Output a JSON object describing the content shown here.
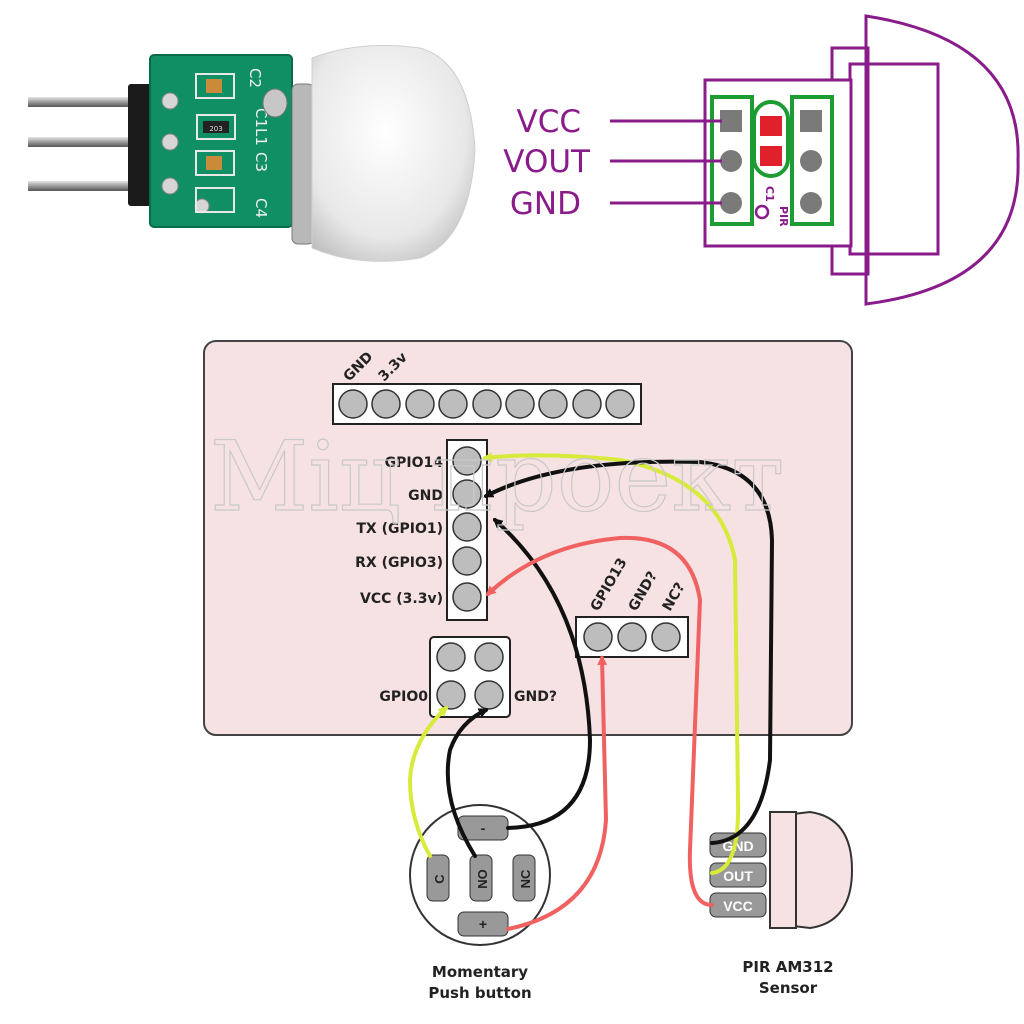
{
  "module_photo": {
    "silkscreen": [
      "C2",
      "C1",
      "L1",
      "C3",
      "C4"
    ],
    "chip_marking": "203"
  },
  "pinout": {
    "labels": [
      "VCC",
      "VOUT",
      "GND"
    ],
    "pcb_marks": [
      "C1",
      "PIR"
    ],
    "colors": {
      "outline": "#8a1b8a",
      "pcb": "#1e9c34",
      "pad_red": "#e0202a"
    }
  },
  "board": {
    "header_labels": [
      "GND",
      "3.3v"
    ],
    "gpio_labels": [
      "GPIO14",
      "GND",
      "TX (GPIO1)",
      "RX (GPIO3)",
      "VCC (3.3v)"
    ],
    "gpio13_labels": [
      "GPIO13",
      "GND?",
      "NC?"
    ],
    "gpio0_label": "GPIO0",
    "gnd_q_label": "GND?"
  },
  "button": {
    "pins": [
      "C",
      "NO",
      "NC",
      "-",
      "+"
    ],
    "caption_line1": "Momentary",
    "caption_line2": "Push button"
  },
  "sensor": {
    "pins": [
      "GND",
      "OUT",
      "VCC"
    ],
    "caption_line1": "PIR AM312",
    "caption_line2": "Sensor"
  },
  "watermark": "Міц проект",
  "wire_colors": {
    "yellow": "#d8ea3a",
    "black": "#111111",
    "red": "#f06262"
  }
}
